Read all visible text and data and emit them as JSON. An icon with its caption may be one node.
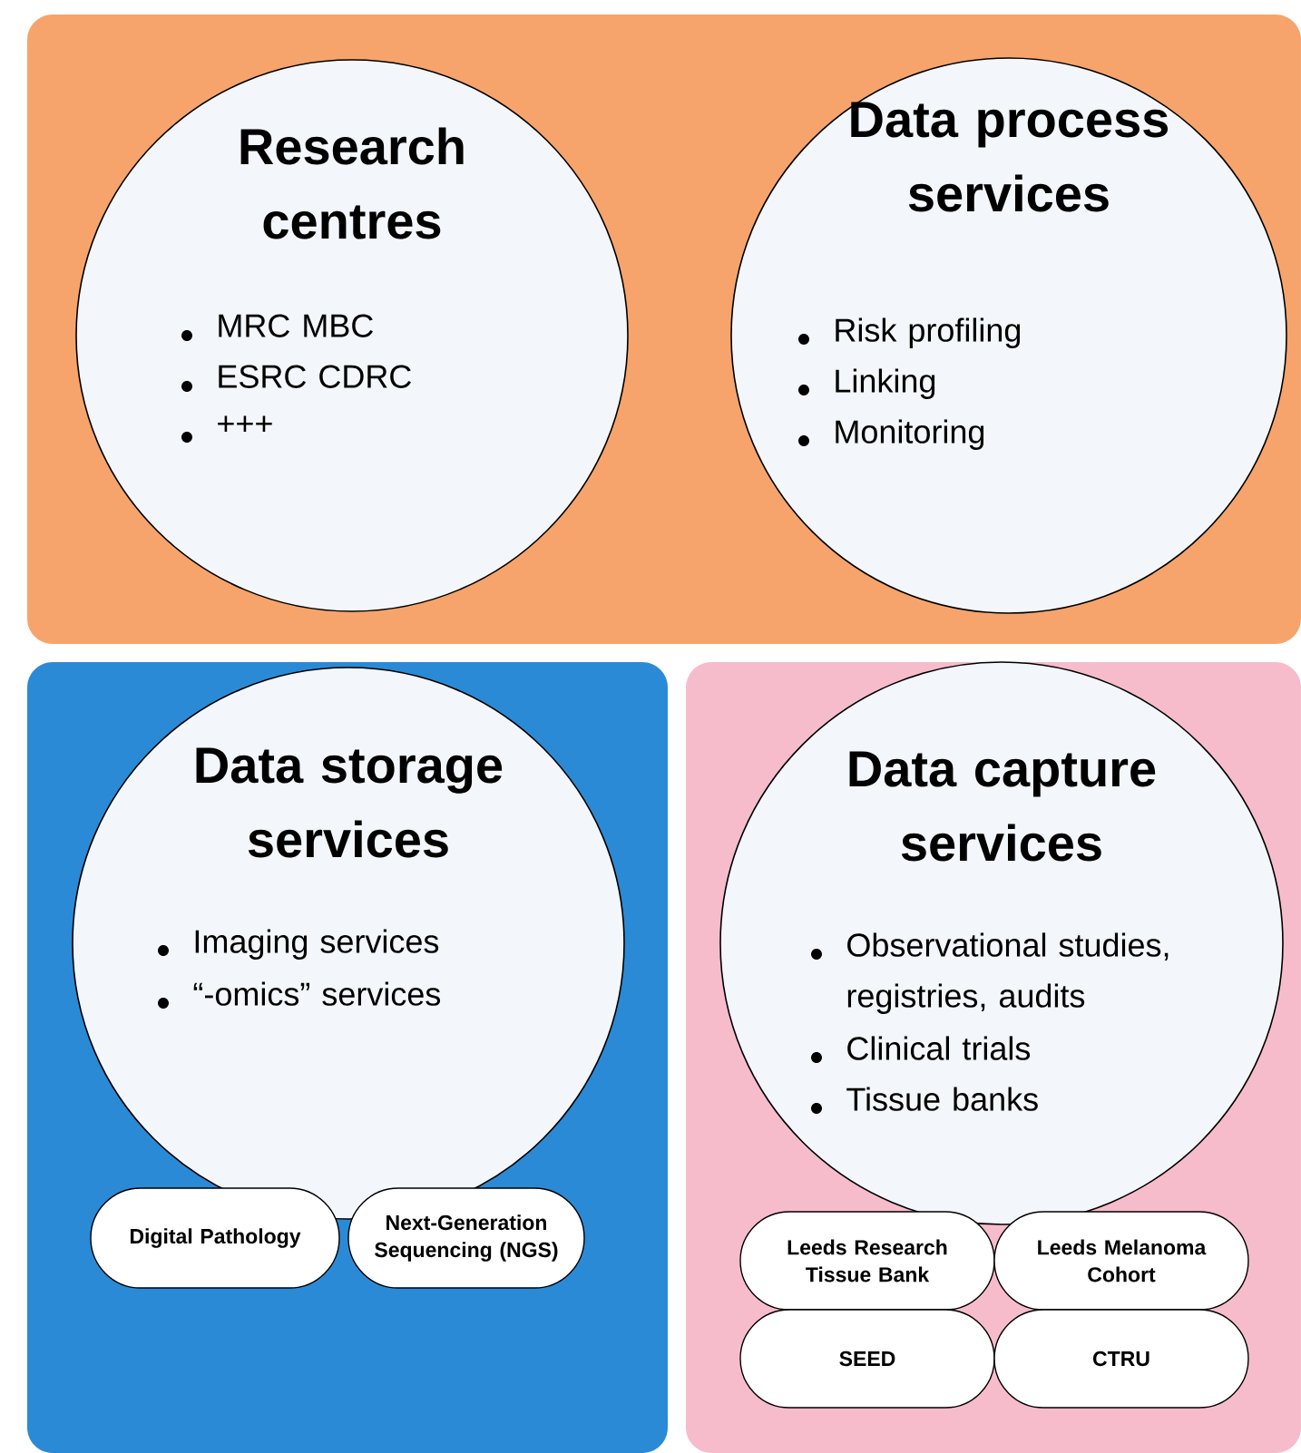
{
  "diagram": {
    "nodes": [
      {
        "text": [],
        "shape": "box"
      },
      {
        "text": [
          "Research centres",
          "MRC MBC",
          "ESRC CDRC",
          "+++"
        ],
        "in": 0
      },
      {
        "text": [
          "Data process services",
          "Risk profiling",
          "Linking",
          "Monitoring"
        ],
        "in": 0
      },
      {
        "text": [],
        "shape": "box"
      },
      {
        "text": [
          "Data storage services",
          "Imaging services",
          "“-omics” services"
        ],
        "in": 3
      },
      {
        "text": [
          "Digital Pathology"
        ],
        "in": 3
      },
      {
        "text": [
          "Next-Generation Sequencing (NGS)"
        ],
        "in": 3
      },
      {
        "text": [],
        "shape": "box"
      },
      {
        "text": [
          "Data capture services",
          "Observational studies, registries, audits",
          "Clinical trials",
          "Tissue banks"
        ],
        "in": 7
      },
      {
        "text": [
          "Leeds Research Tissue Bank"
        ],
        "in": 7
      },
      {
        "text": [
          "Leeds Melanoma Cohort"
        ],
        "in": 7
      },
      {
        "text": [
          "SEED"
        ],
        "in": 7
      },
      {
        "text": [
          "CTRU"
        ],
        "in": 7
      }
    ],
    "edges": []
  }
}
